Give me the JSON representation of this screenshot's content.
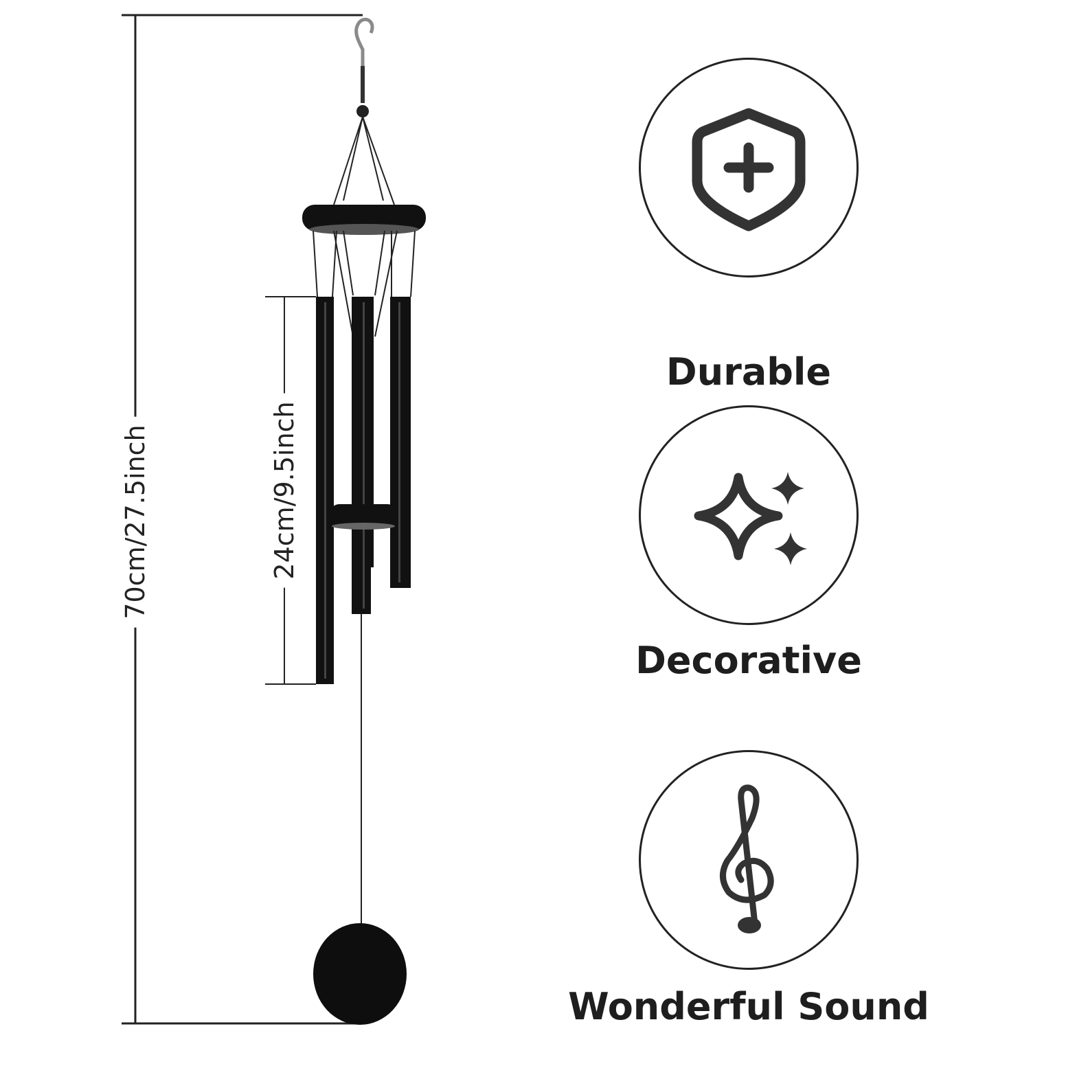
{
  "dimensions": {
    "total_length": "70cm/27.5inch",
    "tube_length": "24cm/9.5inch"
  },
  "features": [
    {
      "label": "Durable",
      "icon": "shield-plus-icon"
    },
    {
      "label": "Decorative",
      "icon": "sparkles-icon"
    },
    {
      "label": "Wonderful Sound",
      "icon": "treble-clef-icon"
    }
  ],
  "colors": {
    "background": "#ffffff",
    "ink": "#222222",
    "product": "#111111"
  }
}
